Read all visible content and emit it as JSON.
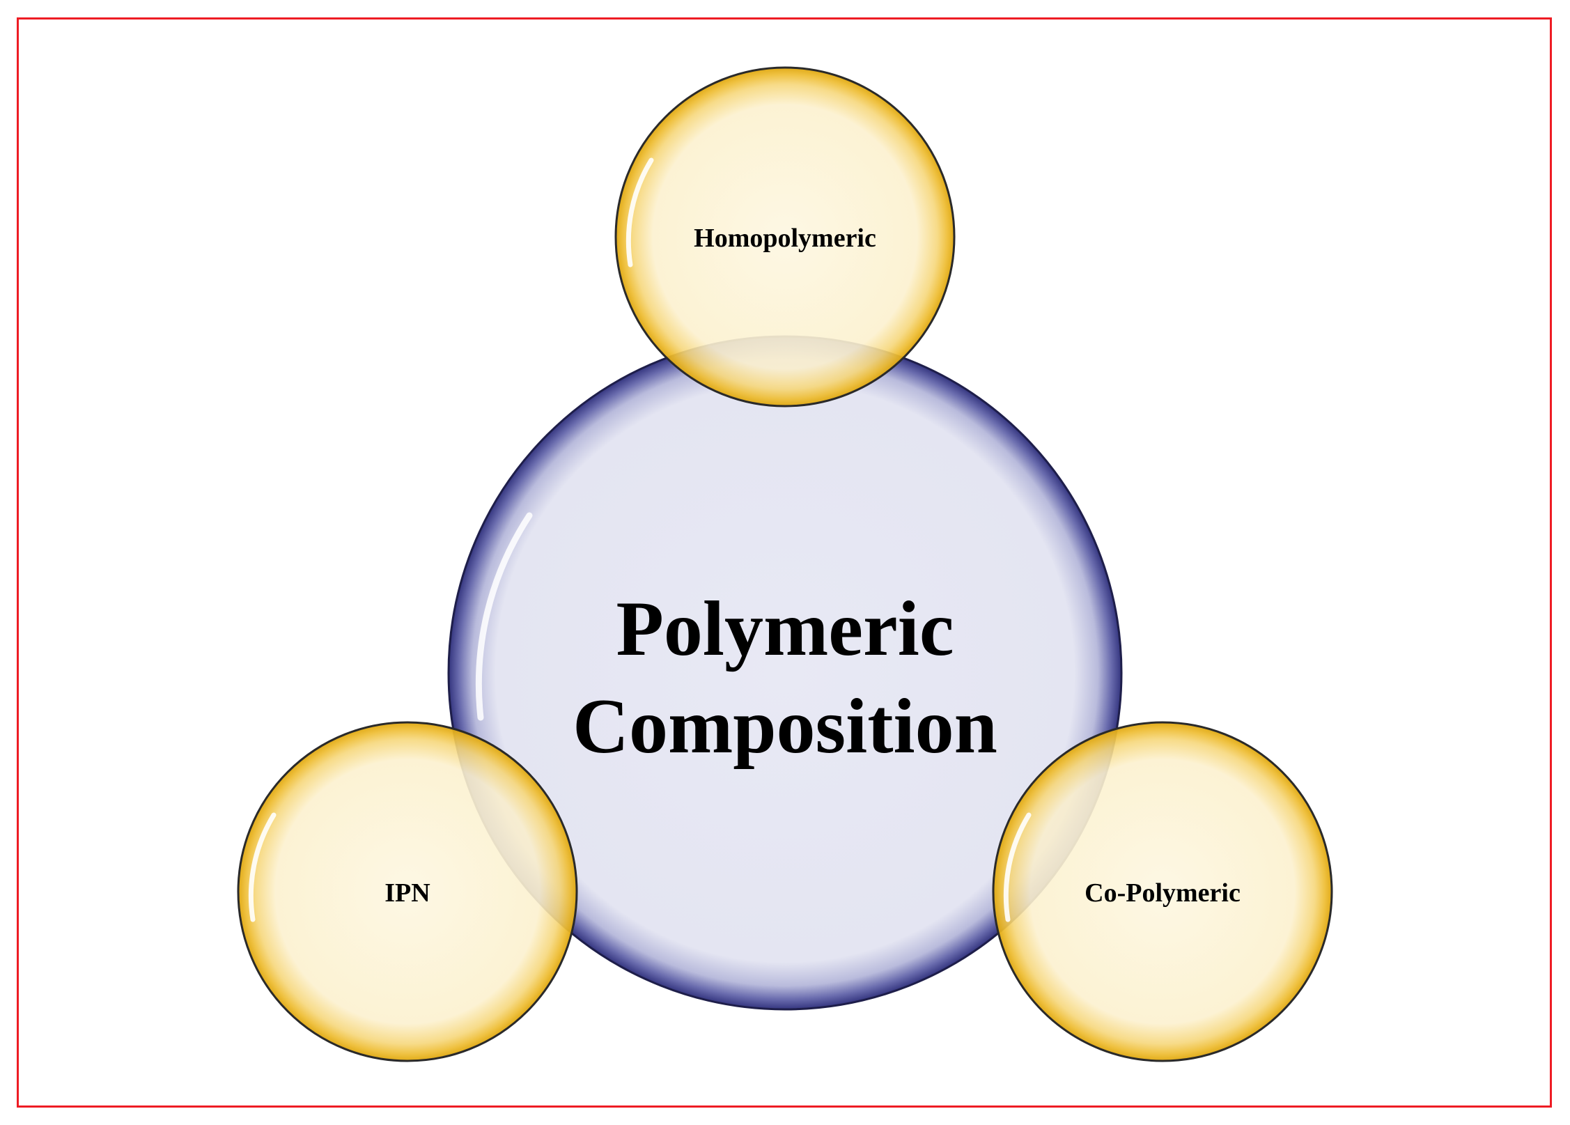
{
  "diagram": {
    "center": {
      "line1": "Polymeric",
      "line2": "Composition"
    },
    "top": {
      "label": "Homopolymeric"
    },
    "left": {
      "label": "IPN"
    },
    "right": {
      "label": "Co-Polymeric"
    }
  },
  "colors": {
    "frame_border": "#ee1c24",
    "center_fill": "#e8e9f4",
    "center_rim": "#3b3b8c",
    "satellite_fill": "#fdf6df",
    "satellite_rim": "#e8b21a",
    "outline": "#222222"
  }
}
